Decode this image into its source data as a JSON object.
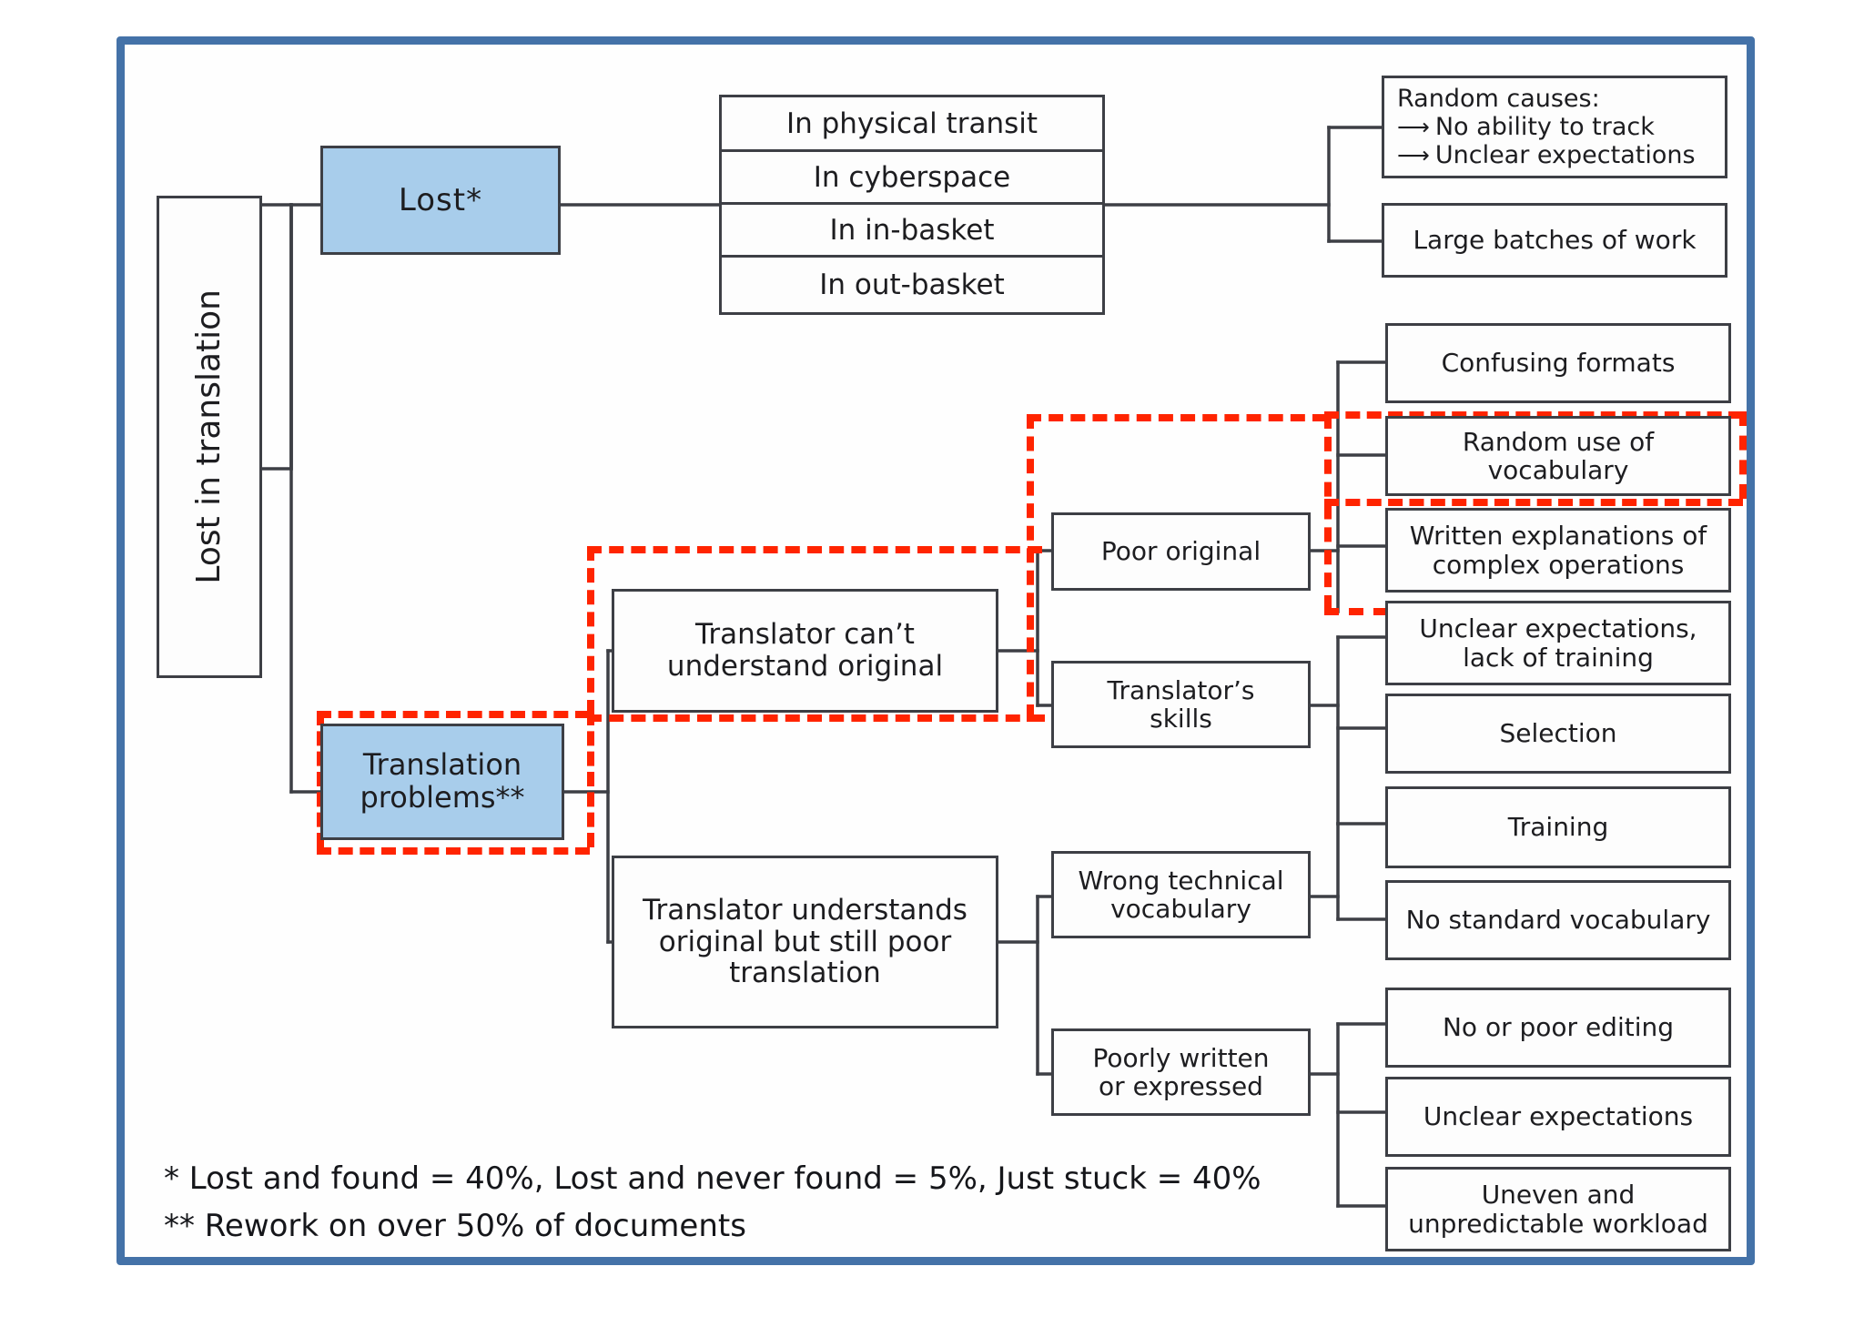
{
  "diagram": {
    "title": "Lost in translation fishbone / tree diagram",
    "frame_color": "#4472a8",
    "highlight_color": "#ff2400",
    "node_fill_blue": "#a8cdeb",
    "node_border": "#3d3f45"
  },
  "root": {
    "label": "Lost in translation"
  },
  "level1": [
    {
      "label": "Lost*"
    },
    {
      "label": "Translation problems**"
    }
  ],
  "lost_branches": [
    {
      "label": "In physical transit"
    },
    {
      "label": "In cyberspace"
    },
    {
      "label": "In in-basket"
    },
    {
      "label": "In out-basket"
    }
  ],
  "lost_causes": {
    "random_causes": {
      "heading": "Random causes:",
      "items": [
        "No ability to track",
        "Unclear expectations"
      ],
      "arrow_glyph": "⟶"
    },
    "large_batches": "Large batches of work"
  },
  "translation_branches": [
    {
      "label": "Translator can’t\nunderstand original"
    },
    {
      "label": "Translator understands\noriginal but still poor\ntranslation"
    }
  ],
  "subcauses": [
    {
      "label": "Poor original"
    },
    {
      "label": "Translator’s\nskills"
    },
    {
      "label": "Wrong technical\nvocabulary"
    },
    {
      "label": "Poorly written\nor expressed"
    }
  ],
  "leaves": {
    "poor_original": [
      "Confusing formats",
      "Random use of vocabulary",
      "Written explanations of\ncomplex operations"
    ],
    "translators_skills": [
      "Unclear expectations,\nlack of training",
      "Selection",
      "Training"
    ],
    "wrong_technical_vocabulary": [
      "Training",
      "No standard vocabulary"
    ],
    "poorly_written": [
      "No or poor editing",
      "Unclear expectations",
      "Uneven and\nunpredictable workload"
    ]
  },
  "footnotes": [
    "* Lost and found = 40%, Lost and never found = 5%, Just stuck = 40%",
    "** Rework on over 50% of documents"
  ],
  "highlighted_items": [
    "Translation problems**",
    "Translator can’t understand original",
    "Poor original",
    "Random use of vocabulary"
  ]
}
